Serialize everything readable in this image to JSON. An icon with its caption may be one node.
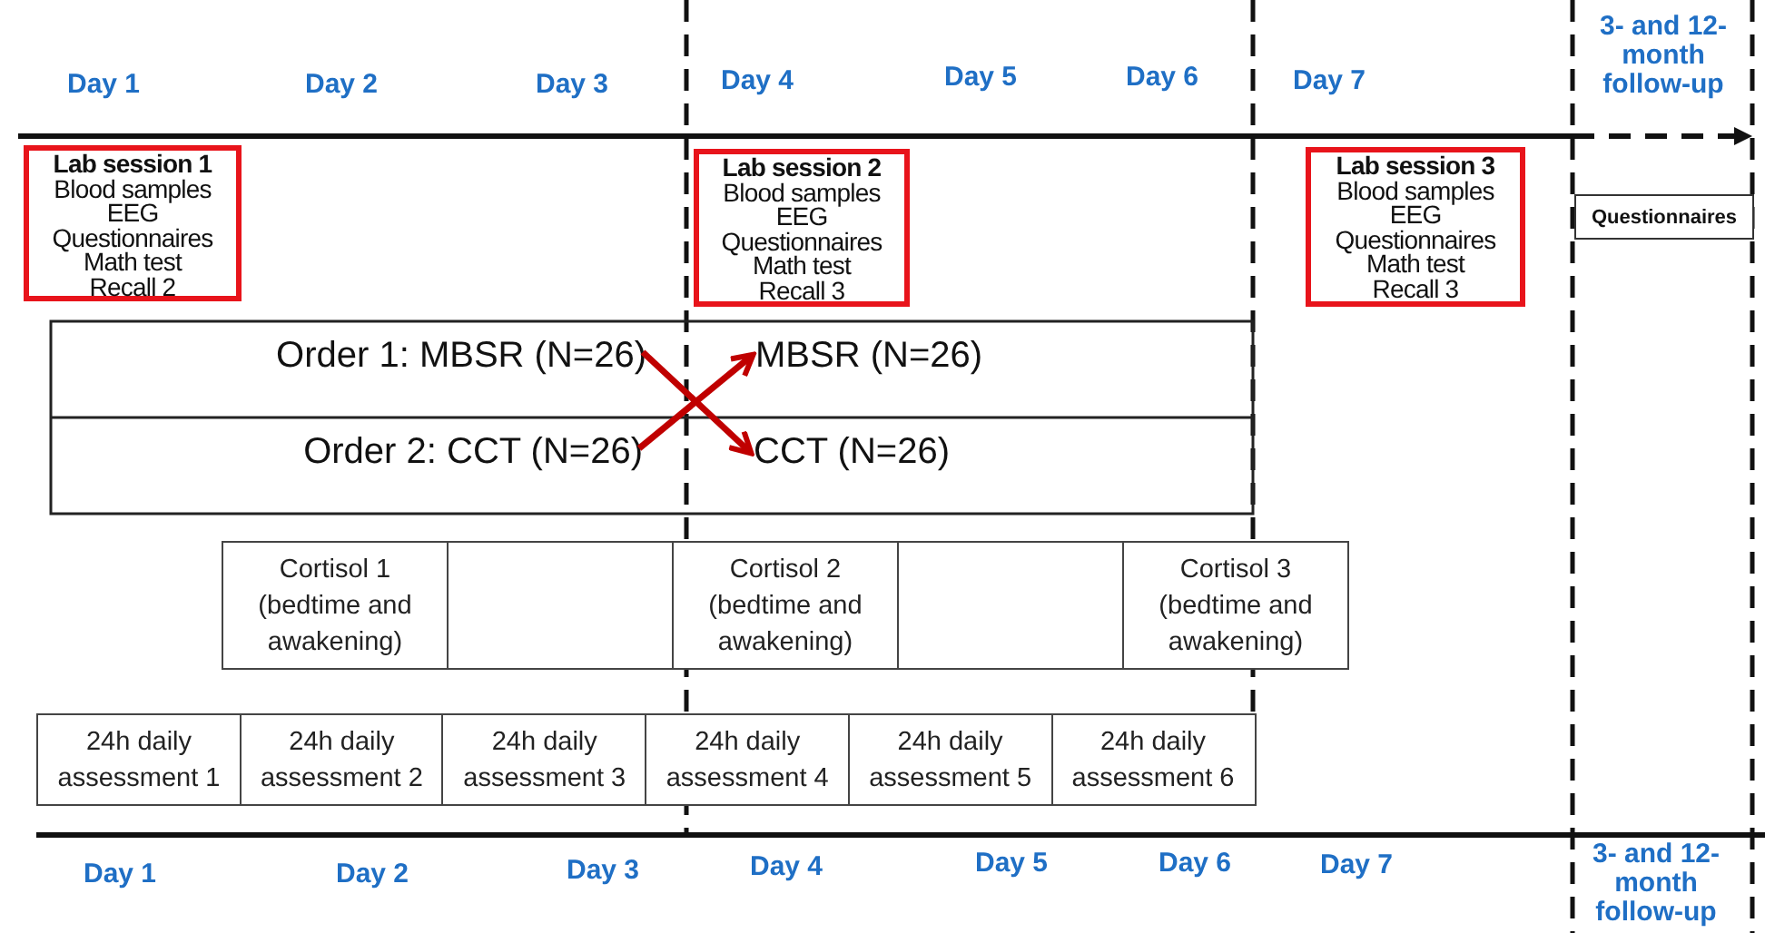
{
  "diagram": {
    "nodes": [
      {
        "text": [
          "Lab session 1",
          "Blood samples",
          "EEG",
          "Questionnaires",
          "Math test",
          "Recall 2"
        ]
      },
      {
        "text": [
          "Lab session 2",
          "Blood samples",
          "EEG",
          "Questionnaires",
          "Math test",
          "Recall 3"
        ]
      },
      {
        "text": [
          "Lab session 3",
          "Blood samples",
          "EEG",
          "Questionnaires",
          "Math test",
          "Recall 3"
        ]
      },
      {
        "text": [
          "Questionnaires"
        ]
      },
      {
        "text": [
          "Order 1: MBSR (N=26)"
        ]
      },
      {
        "text": [
          "MBSR (N=26)"
        ]
      },
      {
        "text": [
          "Order 2: CCT (N=26)"
        ]
      },
      {
        "text": [
          "CCT (N=26)"
        ]
      },
      {
        "text": [
          "Cortisol 1 (bedtime and awakening)"
        ]
      },
      {
        "text": [],
        "shape": "box"
      },
      {
        "text": [
          "Cortisol 2 (bedtime and awakening)"
        ]
      },
      {
        "text": [],
        "shape": "box"
      },
      {
        "text": [
          "Cortisol 3 (bedtime and awakening)"
        ]
      },
      {
        "text": [
          "24h daily assessment 1"
        ]
      },
      {
        "text": [
          "24h daily assessment 2"
        ]
      },
      {
        "text": [
          "24h daily assessment 3"
        ]
      },
      {
        "text": [
          "24h daily assessment 4"
        ]
      },
      {
        "text": [
          "24h daily assessment 5"
        ]
      },
      {
        "text": [
          "24h daily assessment 6"
        ]
      }
    ],
    "edges": [
      {
        "from": 4,
        "to": 7,
        "arrow": "to",
        "color": "#c00000"
      },
      {
        "from": 6,
        "to": 5,
        "arrow": "to",
        "color": "#c00000"
      }
    ],
    "labels": [
      "Day 1",
      "Day 2",
      "Day 3",
      "Day 4",
      "Day 5",
      "Day 6",
      "Day 7",
      "3- and 12-month follow-up",
      "Day 1",
      "Day 2",
      "Day 3",
      "Day 4",
      "Day 5",
      "Day 6",
      "Day 7",
      "3- and 12-month follow-up"
    ]
  }
}
